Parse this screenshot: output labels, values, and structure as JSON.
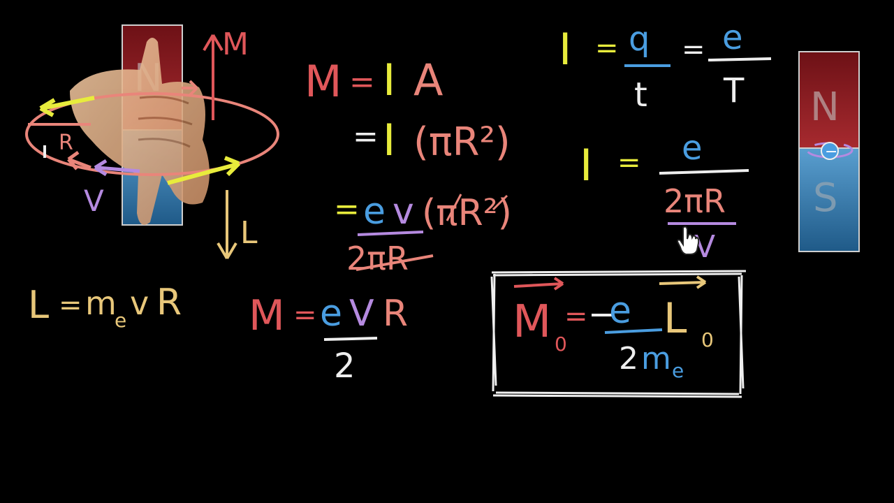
{
  "colors": {
    "background": "#000000",
    "red": "#e0575a",
    "salmon": "#e9857a",
    "yellow": "#e8ec3c",
    "cream": "#e8c77a",
    "blue": "#4a9de0",
    "purple": "#b58ae0",
    "white": "#eeeeee",
    "magnet_north": "#8a1f24",
    "magnet_south": "#2e6e9e"
  },
  "hand_diagram": {
    "magnet_image_label": "N",
    "arrow_label_top": "M",
    "arrow_label_bottom": "L",
    "radius_label": "R",
    "velocity_label": "V",
    "hand_icon": "right-hand-thumb-icon"
  },
  "angular_momentum_eq": {
    "lhs": "L",
    "equals": "=",
    "m": "m",
    "m_subscript": "e",
    "v": "v",
    "r": "R"
  },
  "moment_derivation": {
    "line1": {
      "lhs": "M",
      "eq": "=",
      "i": "I",
      "a": "A"
    },
    "line2": {
      "eq": "=",
      "i": "I",
      "paren": "(πR²)"
    },
    "line3": {
      "eq": "=",
      "e": "e",
      "v": "v",
      "paren": "(πR²)",
      "denominator": "2πR"
    },
    "line4": {
      "lhs": "M",
      "eq": "=",
      "e": "e",
      "v": "V",
      "r": "R",
      "denominator": "2"
    }
  },
  "current_eq": {
    "line1": {
      "lhs": "I",
      "eq": "=",
      "q": "q",
      "t": "t",
      "eq2": "=",
      "e": "e",
      "T": "T"
    },
    "line2": {
      "lhs": "I",
      "eq": "=",
      "e": "e",
      "den": "2πR",
      "v": "V"
    }
  },
  "boxed_result": {
    "M": "M",
    "M_sub": "0",
    "eq": "=",
    "minus": "−",
    "e": "e",
    "L": "L",
    "L_sub": "0",
    "den_2": "2",
    "den_m": "m",
    "den_sub": "e"
  },
  "bar_magnet": {
    "north": "N",
    "south": "S",
    "electron": "−"
  },
  "cursor_icon": "hand-pointer-icon"
}
